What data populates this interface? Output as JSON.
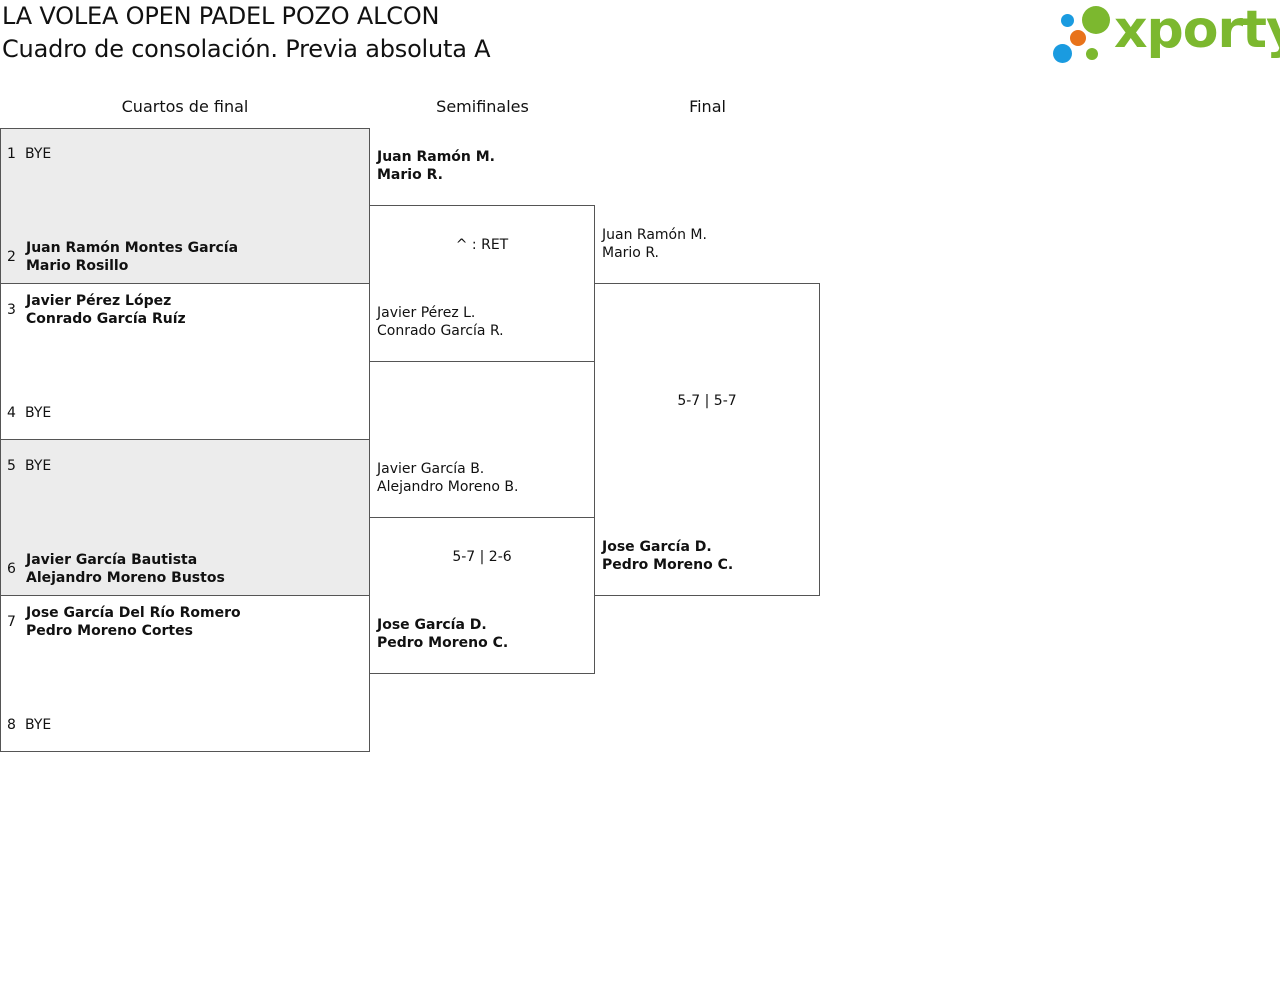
{
  "header": {
    "title_line1": "LA VOLEA OPEN PADEL POZO ALCON",
    "title_line2": "Cuadro de consolación. Previa absoluta A",
    "logo_text": "xporty",
    "logo_colors": {
      "green": "#7cb82f",
      "orange": "#e8731a",
      "blue": "#1a9be0"
    }
  },
  "rounds": [
    "Cuartos de final",
    "Semifinales",
    "Final"
  ],
  "quarterfinals": [
    {
      "seed": "1",
      "names": [
        "BYE"
      ]
    },
    {
      "seed": "2",
      "names": [
        "Juan Ramón Montes García",
        "Mario Rosillo"
      ]
    },
    {
      "seed": "3",
      "names": [
        "Javier Pérez López",
        "Conrado García Ruíz"
      ]
    },
    {
      "seed": "4",
      "names": [
        "BYE"
      ]
    },
    {
      "seed": "5",
      "names": [
        "BYE"
      ]
    },
    {
      "seed": "6",
      "names": [
        "Javier García Bautista",
        "Alejandro Moreno Bustos"
      ]
    },
    {
      "seed": "7",
      "names": [
        "Jose García Del Río Romero",
        "Pedro Moreno Cortes"
      ]
    },
    {
      "seed": "8",
      "names": [
        "BYE"
      ]
    }
  ],
  "semifinals": [
    {
      "names": [
        "Juan Ramón M.",
        "Mario R."
      ],
      "winner": true
    },
    {
      "names": [
        "Javier Pérez L.",
        "Conrado García R."
      ],
      "winner": false
    },
    {
      "names": [
        "Javier García B.",
        "Alejandro Moreno B."
      ],
      "winner": false
    },
    {
      "names": [
        "Jose García D.",
        "Pedro Moreno C."
      ],
      "winner": true
    }
  ],
  "semifinal_scores": [
    "^ : RET",
    "5-7 | 2-6"
  ],
  "final": [
    {
      "names": [
        "Juan Ramón M.",
        "Mario R."
      ],
      "winner": false
    },
    {
      "names": [
        "Jose García D.",
        "Pedro Moreno C."
      ],
      "winner": true
    }
  ],
  "final_score": "5-7 | 5-7"
}
